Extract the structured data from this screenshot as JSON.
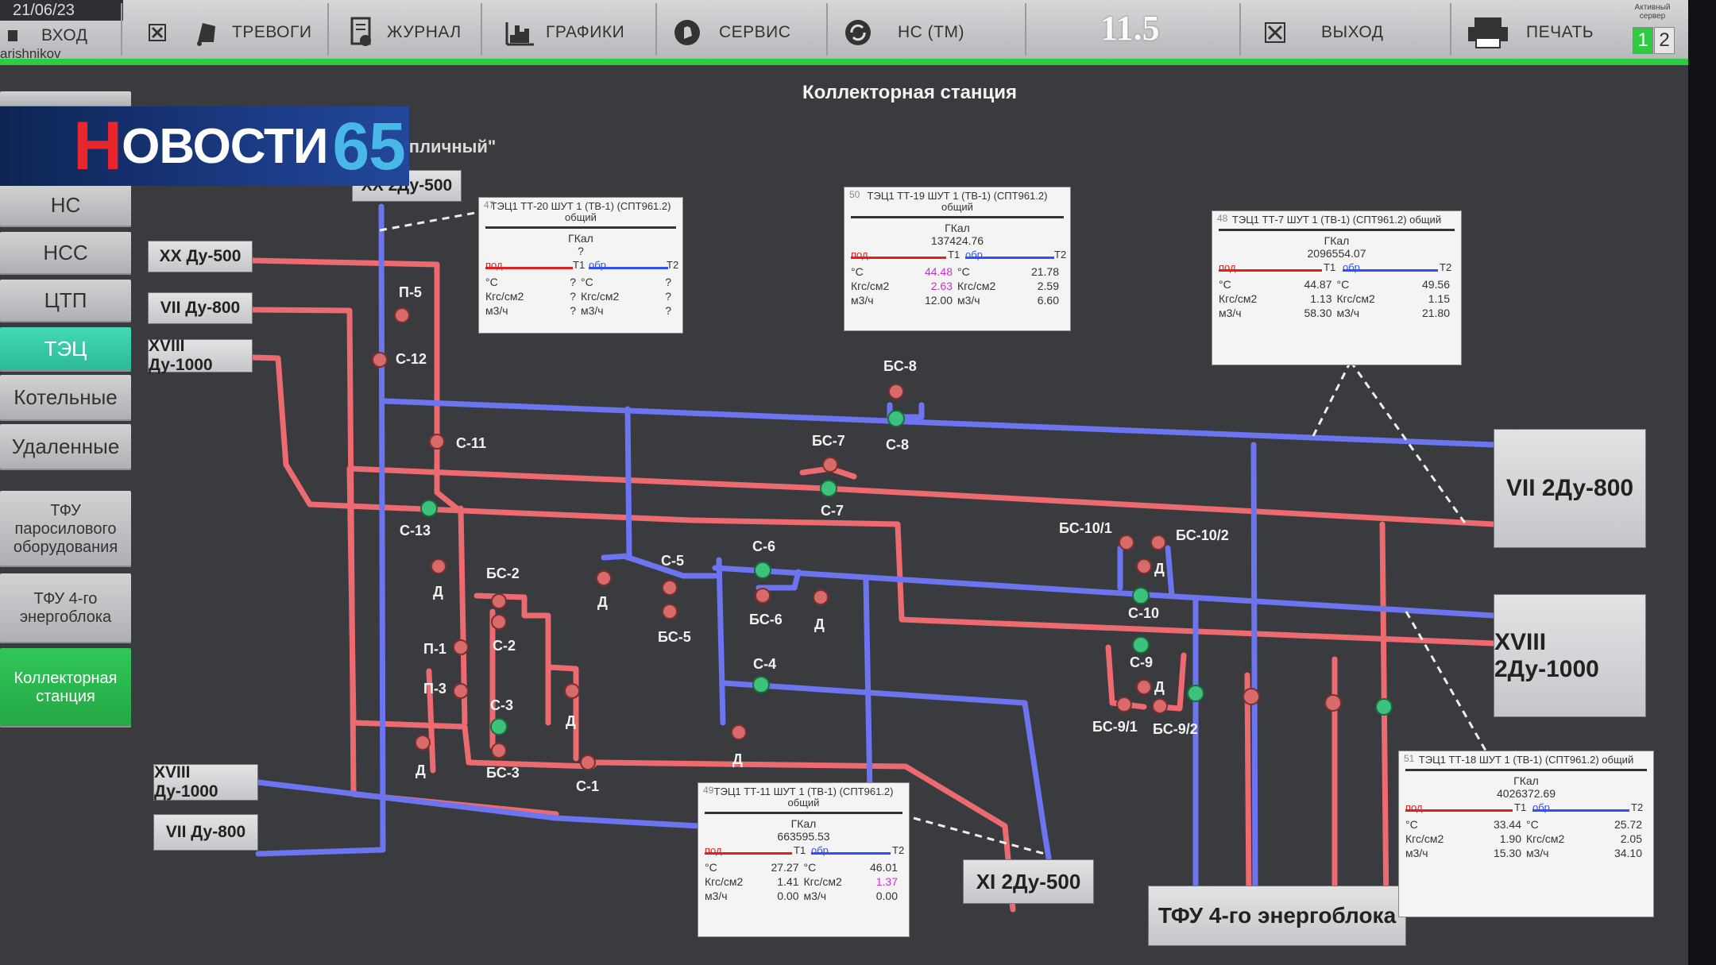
{
  "header": {
    "date": "21/06/23",
    "login_label": "ВХОД",
    "user": "arishnikov",
    "alarms_label": "ТРЕВОГИ",
    "journal_label": "ЖУРНАЛ",
    "graphs_label": "ГРАФИКИ",
    "service_label": "СЕРВИС",
    "ns_tm_label": "НС (ТМ)",
    "value": "11.5",
    "exit_label": "ВЫХОД",
    "print_label": "ПЕЧАТЬ",
    "active_server_label": "Активный сервер",
    "server_1": "1",
    "server_2": "2"
  },
  "title": "Коллекторная станция",
  "subtitle": "оз Тепличный\"",
  "sidebar": {
    "items": [
      {
        "label": "НС"
      },
      {
        "label": "НСС"
      },
      {
        "label": "ЦТП"
      },
      {
        "label": "ТЭЦ"
      },
      {
        "label": "Котельные"
      },
      {
        "label": "Удаленные"
      },
      {
        "label": "ТФУ паросилового оборудования"
      },
      {
        "label": "ТФУ 4-го энергоблока"
      },
      {
        "label": "Коллекторная станция"
      }
    ]
  },
  "logo": {
    "h": "Н",
    "rest": "ОВОСТИ",
    "num": "65"
  },
  "pipe_labels": {
    "xx_top": "XX 2Ду-500",
    "xx_left": "XX Ду-500",
    "vii_left": "VII Ду-800",
    "xviii_left": "XVIII Ду-1000",
    "xviii_bottom": "XVIII Ду-1000",
    "vii_bottom": "VII Ду-800",
    "vii_right": "VII 2Ду-800",
    "xviii_right": "XVIII 2Ду-1000",
    "xi_bottom": "XI 2Ду-500",
    "tfu_bottom": "ТФУ 4-го энергоблока"
  },
  "valves": {
    "p5": "П-5",
    "c12": "С-12",
    "c11": "С-11",
    "c13": "С-13",
    "d1": "Д",
    "bc2": "БС-2",
    "c2": "С-2",
    "p1": "П-1",
    "p3": "П-3",
    "c3": "С-3",
    "bc3": "БС-3",
    "d2": "Д",
    "d3": "Д",
    "c1": "С-1",
    "d4": "Д",
    "c5": "С-5",
    "bc5": "БС-5",
    "c6": "С-6",
    "bc6": "БС-6",
    "d5": "Д",
    "c4": "С-4",
    "d6": "Д",
    "bc7": "БС-7",
    "c7": "С-7",
    "bc8": "БС-8",
    "c8": "С-8",
    "bc10_1": "БС-10/1",
    "bc10_2": "БС-10/2",
    "d7": "Д",
    "c10": "С-10",
    "c9": "С-9",
    "d8": "Д",
    "bc9_1": "БС-9/1",
    "bc9_2": "БС-9/2"
  },
  "panels": [
    {
      "num": "47",
      "head": "ТЭЦ1 ТТ-20 ШУТ 1 (ТВ-1) (СПТ961.2) общий",
      "unit": "ГКал",
      "total": "?",
      "pod": "под",
      "t1": "T1",
      "obr": "обр",
      "t2": "T2",
      "r1": [
        "°C",
        "?",
        "°C",
        "?"
      ],
      "r2": [
        "Кгс/см2",
        "?",
        "Кгс/см2",
        "?"
      ],
      "r3": [
        "м3/ч",
        "?",
        "м3/ч",
        "?"
      ]
    },
    {
      "num": "50",
      "head": "ТЭЦ1 ТТ-19 ШУТ 1 (ТВ-1) (СПТ961.2) общий",
      "unit": "ГКал",
      "total": "137424.76",
      "pod": "под",
      "t1": "T1",
      "obr": "обр",
      "t2": "T2",
      "r1": [
        "°C",
        "44.48",
        "°C",
        "21.78"
      ],
      "r2": [
        "Кгс/см2",
        "2.63",
        "Кгс/см2",
        "2.59"
      ],
      "r3": [
        "м3/ч",
        "12.00",
        "м3/ч",
        "6.60"
      ]
    },
    {
      "num": "48",
      "head": "ТЭЦ1 ТТ-7 ШУТ 1 (ТВ-1) (СПТ961.2) общий",
      "unit": "ГКал",
      "total": "2096554.07",
      "pod": "под",
      "t1": "T1",
      "obr": "обр",
      "t2": "T2",
      "r1": [
        "°C",
        "44.87",
        "°C",
        "49.56"
      ],
      "r2": [
        "Кгс/см2",
        "1.13",
        "Кгс/см2",
        "1.15"
      ],
      "r3": [
        "м3/ч",
        "58.30",
        "м3/ч",
        "21.80"
      ]
    },
    {
      "num": "49",
      "head": "ТЭЦ1 ТТ-11 ШУТ 1 (ТВ-1) (СПТ961.2) общий",
      "unit": "ГКал",
      "total": "663595.53",
      "pod": "под",
      "t1": "T1",
      "obr": "обр",
      "t2": "T2",
      "r1": [
        "°C",
        "27.27",
        "°C",
        "46.01"
      ],
      "r2": [
        "Кгс/см2",
        "1.41",
        "Кгс/см2",
        "1.37"
      ],
      "r3": [
        "м3/ч",
        "0.00",
        "м3/ч",
        "0.00"
      ]
    },
    {
      "num": "51",
      "head": "ТЭЦ1 ТТ-18 ШУТ 1 (ТВ-1) (СПТ961.2) общий",
      "unit": "ГКал",
      "total": "4026372.69",
      "pod": "под",
      "t1": "T1",
      "obr": "обр",
      "t2": "T2",
      "r1": [
        "°C",
        "33.44",
        "°C",
        "25.72"
      ],
      "r2": [
        "Кгс/см2",
        "1.90",
        "Кгс/см2",
        "2.05"
      ],
      "r3": [
        "м3/ч",
        "15.30",
        "м3/ч",
        "34.10"
      ]
    }
  ],
  "colors": {
    "supply": "#ee6a6e",
    "return": "#6d74f0",
    "accent": "#2ecc40",
    "active_tab": "#33c9a6"
  }
}
